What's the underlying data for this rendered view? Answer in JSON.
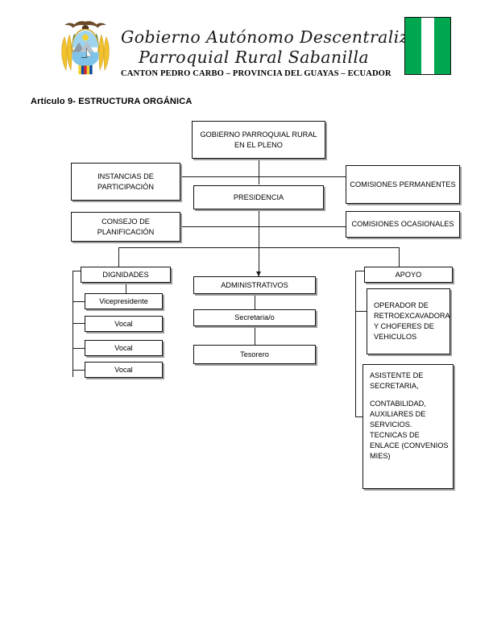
{
  "document": {
    "header": {
      "title_line_1": "Gobierno Autónomo Descentralizado",
      "title_line_2": "Parroquial Rural Sabanilla",
      "subtitle": "CANTON PEDRO CARBO – PROVINCIA DEL GUAYAS – ECUADOR",
      "coat_of_arms": "ecuador-coat-of-arms",
      "flag": {
        "name": "sabanilla-flag",
        "bands": [
          "#00a650",
          "#ffffff",
          "#00a650"
        ]
      }
    },
    "section_heading": "Artículo 9- ESTRUCTURA ORGÁNICA"
  },
  "chart_data": {
    "type": "diagram",
    "title": "Artículo 9- ESTRUCTURA ORGÁNICA",
    "nodes": {
      "plenary": "GOBIERNO PARROQUIAL RURAL EN EL PLENO",
      "instancias": "INSTANCIAS DE PARTICIPACIÓN",
      "presidencia": "PRESIDENCIA",
      "comisiones_permanentes": "COMISIONES PERMANENTES",
      "consejo_planificacion": "CONSEJO DE PLANIFICACIÓN",
      "comisiones_ocasionales": "COMISIONES OCASIONALES",
      "dignidades": "DIGNIDADES",
      "vicepresidente": "Vicepresidente",
      "vocal_1": "Vocal",
      "vocal_2": "Vocal",
      "vocal_3": "Vocal",
      "administrativos": "ADMINISTRATIVOS",
      "secretaria": "Secretaria/o",
      "tesorero": "Tesorero",
      "apoyo": "APOYO",
      "operador": "OPERADOR DE RETROEXCAVADORA Y CHOFERES DE VEHICULOS",
      "asistente_line_1": "ASISTENTE DE SECRETARIA,",
      "asistente_line_2": "CONTABILIDAD, AUXILIARES DE SERVICIOS. TECNICAS DE ENLACE (CONVENIOS MIES)"
    },
    "edges": [
      {
        "from": "plenary",
        "to": "presidencia"
      },
      {
        "from": "plenary",
        "to": "instancias"
      },
      {
        "from": "plenary",
        "to": "comisiones_permanentes"
      },
      {
        "from": "presidencia",
        "to": "consejo_planificacion"
      },
      {
        "from": "presidencia",
        "to": "comisiones_ocasionales"
      },
      {
        "from": "presidencia",
        "to": "administrativos"
      },
      {
        "from": "presidencia",
        "to": "dignidades"
      },
      {
        "from": "presidencia",
        "to": "apoyo"
      },
      {
        "from": "dignidades",
        "to": "vicepresidente"
      },
      {
        "from": "dignidades",
        "to": "vocal_1"
      },
      {
        "from": "dignidades",
        "to": "vocal_2"
      },
      {
        "from": "dignidades",
        "to": "vocal_3"
      },
      {
        "from": "administrativos",
        "to": "secretaria"
      },
      {
        "from": "secretaria",
        "to": "tesorero"
      },
      {
        "from": "apoyo",
        "to": "operador"
      },
      {
        "from": "apoyo",
        "to": "asistente_line_1"
      }
    ],
    "colors": {
      "box_border": "#111111",
      "box_shadow": "#9b9b9b",
      "connector": "#1b1b1b",
      "flag_green": "#00a650"
    }
  }
}
